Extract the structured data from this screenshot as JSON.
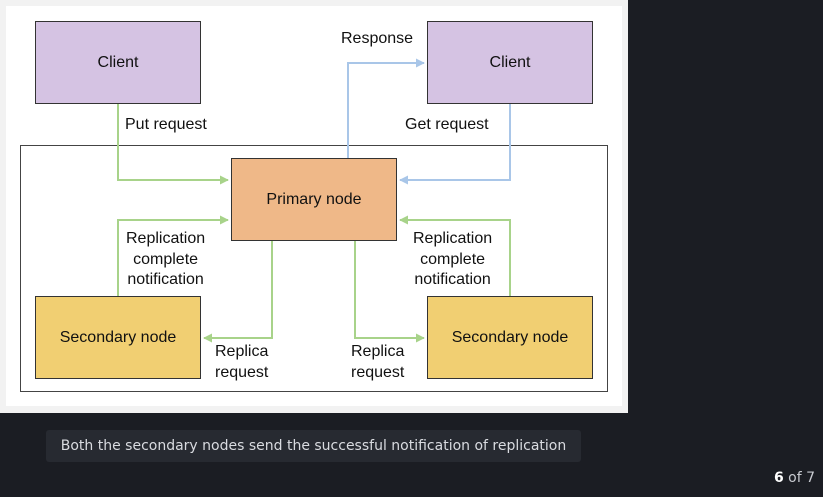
{
  "diagram": {
    "nodes": {
      "client_left": "Client",
      "client_right": "Client",
      "primary": "Primary node",
      "secondary_left": "Secondary node",
      "secondary_right": "Secondary node"
    },
    "edges": {
      "put_request": "Put request",
      "get_request": "Get request",
      "response": "Response",
      "replication_left": [
        "Replication",
        "complete",
        "notification"
      ],
      "replication_right": [
        "Replication",
        "complete",
        "notification"
      ],
      "replica_request_left": [
        "Replica",
        "request"
      ],
      "replica_request_right": [
        "Replica",
        "request"
      ]
    },
    "colors": {
      "client": "#d5c3e3",
      "primary": "#efb888",
      "secondary": "#f1cf72",
      "green_arrow": "#a8d38a",
      "blue_arrow": "#a9c6e8"
    }
  },
  "caption": "Both the secondary nodes send the successful notification of replication",
  "pager": {
    "current": "6",
    "rest": " of 7"
  }
}
